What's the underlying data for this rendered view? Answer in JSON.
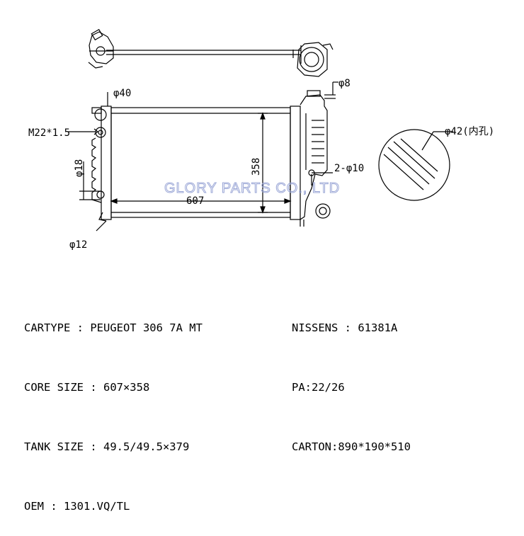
{
  "drawing": {
    "labels": {
      "phi40": "φ40",
      "phi8": "φ8",
      "m22": "M22*1.5",
      "phi18": "φ18",
      "core_h": "358",
      "core_w": "607",
      "two_phi10": "2-φ10",
      "phi42": "φ42(内孔)",
      "phi12": "φ12"
    },
    "watermark": "GLORY PARTS CO., LTD"
  },
  "specs": {
    "cartype": "CARTYPE : PEUGEOT 306 7A MT",
    "core_size": "CORE SIZE : 607×358",
    "tank_size": "TANK SIZE : 49.5/49.5×379",
    "oem": "OEM : 1301.VQ/TL",
    "nissens": "NISSENS : 61381A",
    "pa": "PA:22/26",
    "carton": "CARTON:890*190*510"
  }
}
